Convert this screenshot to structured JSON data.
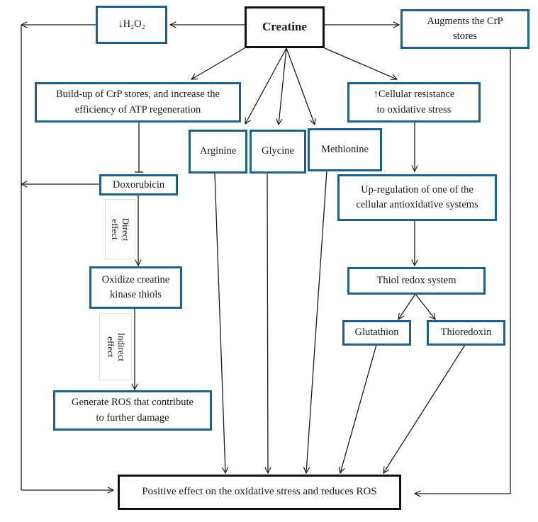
{
  "diagram": {
    "type": "flowchart",
    "nodes": {
      "creatine": "Creatine",
      "h2o2": "↓H₂O₂",
      "augments": "Augments the CrP stores",
      "buildup": "Build-up of CrP stores, and increase the efficiency of ATP regeneration",
      "resistance": "↑Cellular resistance to oxidative stress",
      "arginine": "Arginine",
      "glycine": "Glycine",
      "methionine": "Methionine",
      "doxorubicin": "Doxorubicin",
      "upregulation": "Up-regulation of one of the cellular antioxidative systems",
      "oxidize": "Oxidize creatine kinase thiols",
      "thiol": "Thiol redox system",
      "glutathion": "Glutathion",
      "thioredoxin": "Thioredoxin",
      "generate_ros": "Generate ROS that contribute to further damage",
      "positive": "Positive effect on the oxidative stress and reduces ROS"
    },
    "edge_labels": {
      "direct": "Direct\neffect",
      "indirect": "Indirect\neffect"
    },
    "edges": [
      {
        "from": "creatine",
        "to": "h2o2",
        "kind": "arrow"
      },
      {
        "from": "creatine",
        "to": "augments",
        "kind": "arrow"
      },
      {
        "from": "creatine",
        "to": "buildup",
        "kind": "arrow"
      },
      {
        "from": "creatine",
        "to": "arginine",
        "kind": "arrow"
      },
      {
        "from": "creatine",
        "to": "glycine",
        "kind": "arrow"
      },
      {
        "from": "creatine",
        "to": "methionine",
        "kind": "arrow"
      },
      {
        "from": "creatine",
        "to": "resistance",
        "kind": "arrow"
      },
      {
        "from": "buildup",
        "to": "doxorubicin",
        "kind": "inhibit"
      },
      {
        "from": "doxorubicin",
        "to": "oxidize",
        "kind": "arrow",
        "label": "direct"
      },
      {
        "from": "oxidize",
        "to": "generate_ros",
        "kind": "arrow",
        "label": "indirect"
      },
      {
        "from": "resistance",
        "to": "upregulation",
        "kind": "arrow"
      },
      {
        "from": "upregulation",
        "to": "thiol",
        "kind": "arrow"
      },
      {
        "from": "thiol",
        "to": "glutathion",
        "kind": "arrow"
      },
      {
        "from": "thiol",
        "to": "thioredoxin",
        "kind": "arrow"
      },
      {
        "from": "arginine",
        "to": "positive",
        "kind": "arrow"
      },
      {
        "from": "glycine",
        "to": "positive",
        "kind": "arrow"
      },
      {
        "from": "methionine",
        "to": "positive",
        "kind": "arrow"
      },
      {
        "from": "glutathion",
        "to": "positive",
        "kind": "arrow"
      },
      {
        "from": "thioredoxin",
        "to": "positive",
        "kind": "arrow"
      },
      {
        "from": "h2o2",
        "to": "positive",
        "kind": "arrow"
      },
      {
        "from": "doxorubicin",
        "to": "positive",
        "kind": "arrow"
      },
      {
        "from": "augments",
        "to": "positive",
        "kind": "arrow"
      }
    ],
    "colors": {
      "box_border": "#1f5f8b",
      "key_box_border": "#111111",
      "line": "#1a1a1a"
    }
  }
}
